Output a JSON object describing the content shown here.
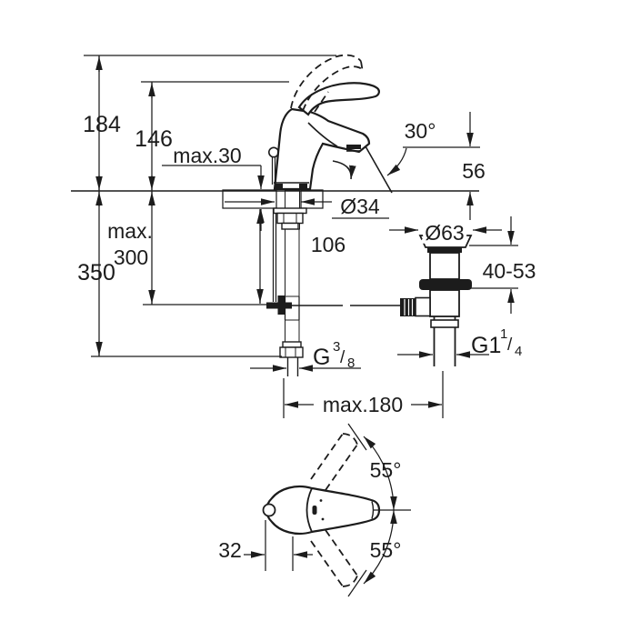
{
  "page": {
    "background": "#ffffff",
    "ink": "#1c1c1c"
  },
  "drawing": {
    "type": "technical-dimension-diagram",
    "subject": "single-lever basin mixer with pop-up waste",
    "side_view": {
      "dimensions": {
        "total_height": "184",
        "handle_height": "146",
        "deck_thickness_max": "max.30",
        "stream_angle": "30°",
        "spout_outlet_height": "56",
        "mounting_hole": "Ø34",
        "rod_max_line1": "max.",
        "rod_max_line2": "300",
        "install_depth": "350",
        "below_deck_length": "106",
        "waste_flange": "Ø63",
        "clamping_range": "40-53",
        "max_reach": "max.180",
        "supply_thread": {
          "g": "G",
          "sup": "3",
          "slash": "/",
          "sub": "8"
        },
        "waste_thread": {
          "g": "G1",
          "sup": "1",
          "slash": "/",
          "sub": "4"
        }
      }
    },
    "plan_view": {
      "dimensions": {
        "swing_upper": "55°",
        "swing_lower": "55°",
        "lever_offset": "32"
      }
    }
  }
}
